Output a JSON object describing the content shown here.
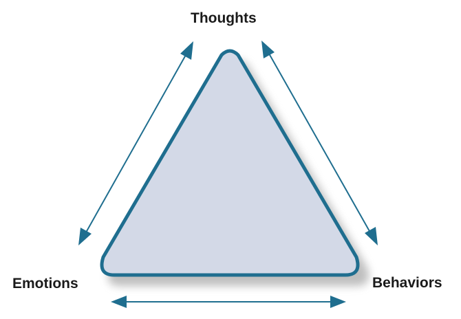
{
  "diagram": {
    "nodes": {
      "top": "Thoughts",
      "left": "Emotions",
      "right": "Behaviors"
    },
    "colors": {
      "triangle_fill": "#d3d9e7",
      "triangle_stroke": "#1f6e8f",
      "arrow": "#1f6e8f",
      "shadow": "#8a8a8a",
      "label_text": "#1a1a1a"
    },
    "edges": [
      {
        "from": "top",
        "to": "left",
        "style": "double-arrow"
      },
      {
        "from": "top",
        "to": "right",
        "style": "double-arrow"
      },
      {
        "from": "left",
        "to": "right",
        "style": "double-arrow"
      }
    ]
  }
}
